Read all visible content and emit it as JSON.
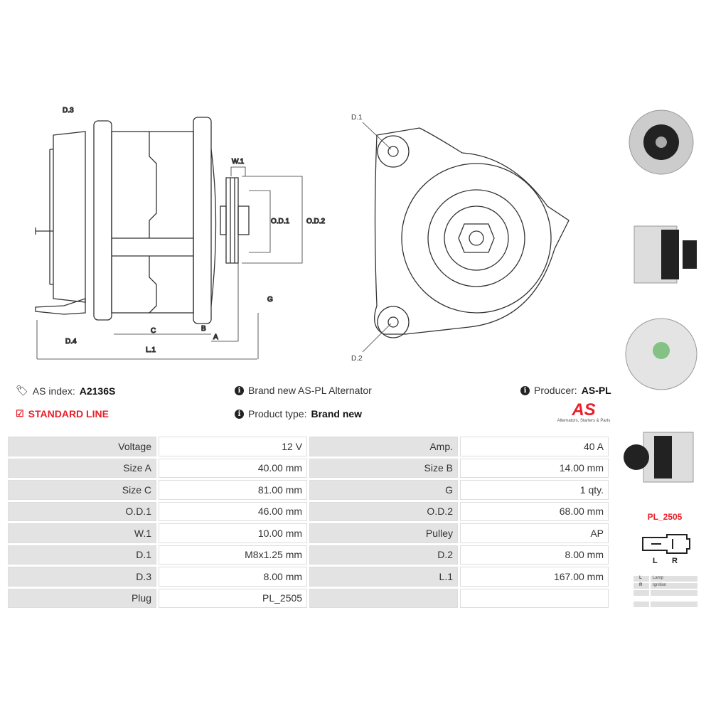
{
  "diagram_labels": {
    "d3": "D.3",
    "d4": "D.4",
    "w1": "W.1",
    "od1": "O.D.1",
    "od2": "O.D.2",
    "g": "G",
    "c": "C",
    "b": "B",
    "a": "A",
    "l1": "L.1",
    "d1": "D.1",
    "d2": "D.2"
  },
  "info": {
    "as_index_label": "AS index:",
    "as_index": "A2136S",
    "standard_line": "STANDARD LINE",
    "brand_text": "Brand new AS-PL Alternator",
    "product_type_label": "Product type:",
    "product_type": "Brand new",
    "producer_label": "Producer:",
    "producer": "AS-PL"
  },
  "logo": {
    "text": "AS",
    "tagline": "Alternators, Starters & Parts",
    "color": "#e8202a"
  },
  "specs": [
    [
      "Voltage",
      "12 V",
      "Amp.",
      "40 A"
    ],
    [
      "Size A",
      "40.00 mm",
      "Size B",
      "14.00 mm"
    ],
    [
      "Size C",
      "81.00 mm",
      "G",
      "1 qty."
    ],
    [
      "O.D.1",
      "46.00 mm",
      "O.D.2",
      "68.00 mm"
    ],
    [
      "W.1",
      "10.00 mm",
      "Pulley",
      "AP"
    ],
    [
      "D.1",
      "M8x1.25 mm",
      "D.2",
      "8.00 mm"
    ],
    [
      "D.3",
      "8.00 mm",
      "L.1",
      "167.00 mm"
    ],
    [
      "Plug",
      "PL_2505",
      "",
      ""
    ]
  ],
  "plug": {
    "name": "PL_2505",
    "pins": [
      {
        "code": "L",
        "desc": "Lamp"
      },
      {
        "code": "R",
        "desc": "Ignition"
      },
      {
        "code": "",
        "desc": ""
      },
      {
        "code": "",
        "desc": ""
      }
    ],
    "label_l": "L",
    "label_r": "R"
  }
}
